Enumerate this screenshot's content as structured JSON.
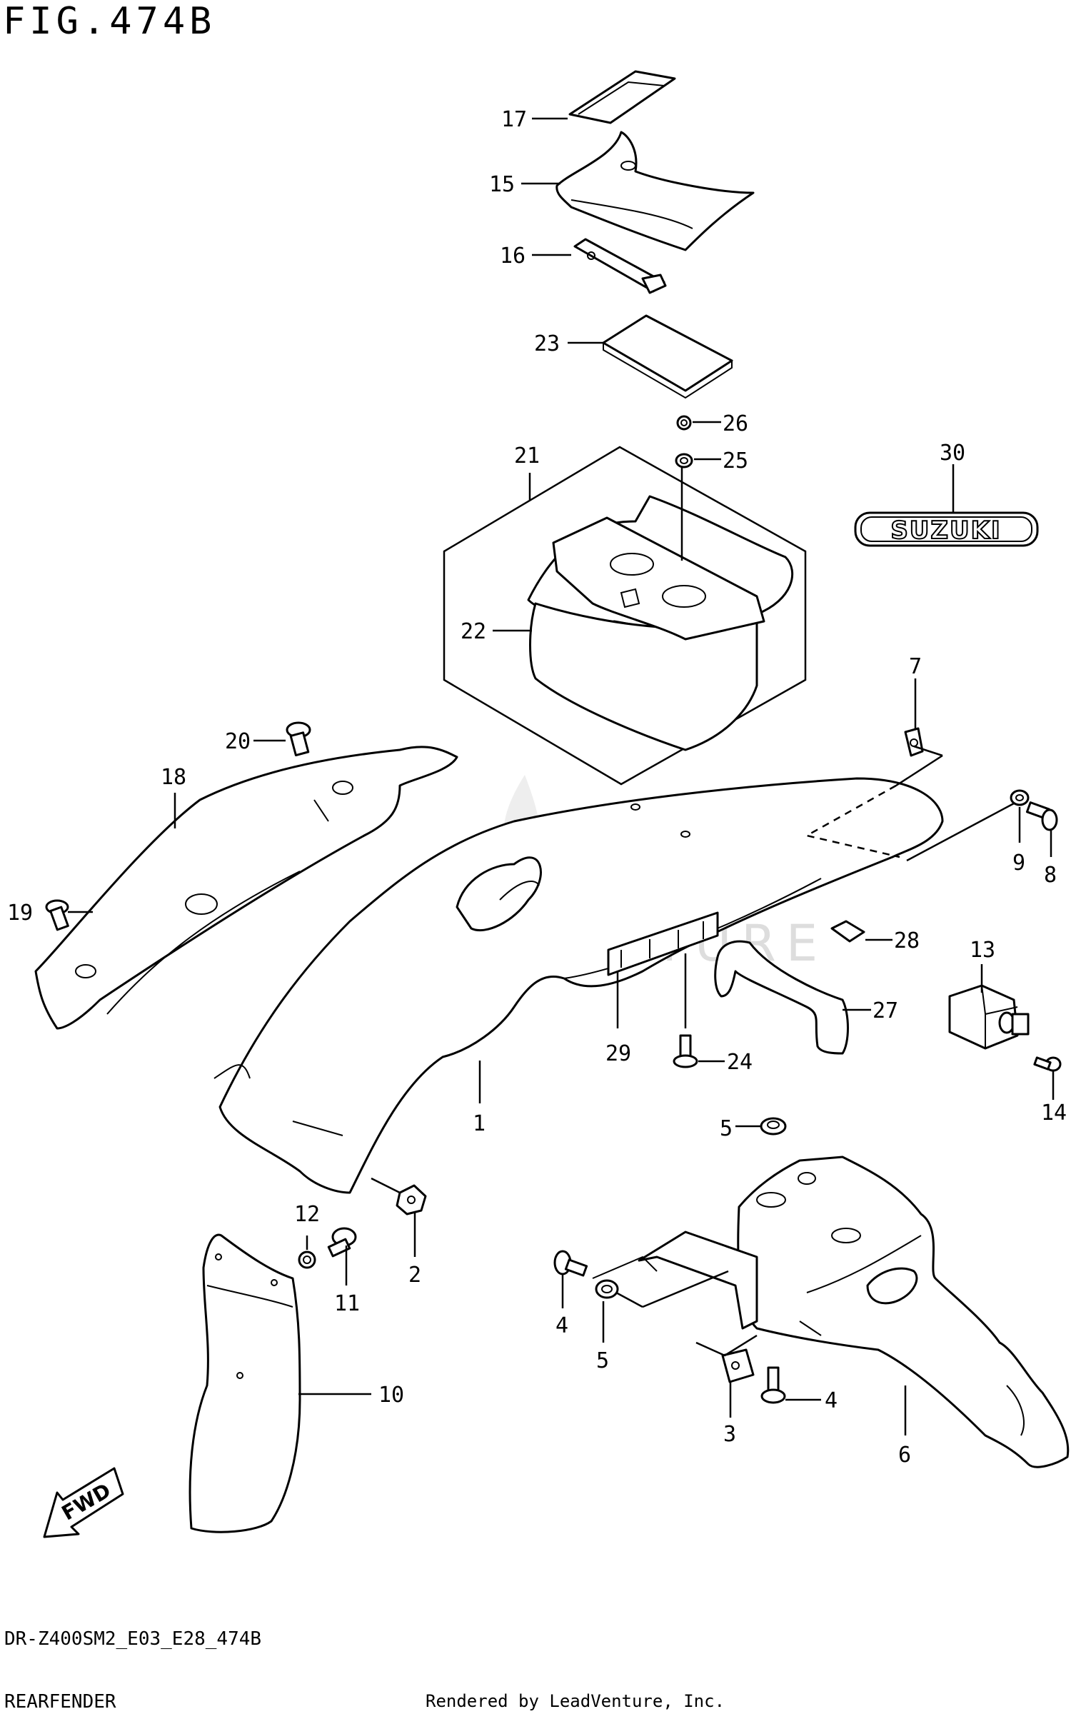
{
  "figure": {
    "title": "FIG.474B",
    "code": "DR-Z400SM2_E03_E28_474B",
    "name": "REARFENDER",
    "credit": "Rendered by LeadVenture, Inc.",
    "watermark": "LEADVENTURE",
    "badge_text": "SUZUKI"
  },
  "callouts": [
    {
      "id": "c1",
      "label": "1"
    },
    {
      "id": "c2",
      "label": "2"
    },
    {
      "id": "c3",
      "label": "3"
    },
    {
      "id": "c4a",
      "label": "4"
    },
    {
      "id": "c4b",
      "label": "4"
    },
    {
      "id": "c5a",
      "label": "5"
    },
    {
      "id": "c5b",
      "label": "5"
    },
    {
      "id": "c6",
      "label": "6"
    },
    {
      "id": "c7",
      "label": "7"
    },
    {
      "id": "c8",
      "label": "8"
    },
    {
      "id": "c9",
      "label": "9"
    },
    {
      "id": "c10",
      "label": "10"
    },
    {
      "id": "c11",
      "label": "11"
    },
    {
      "id": "c12",
      "label": "12"
    },
    {
      "id": "c13",
      "label": "13"
    },
    {
      "id": "c14",
      "label": "14"
    },
    {
      "id": "c15",
      "label": "15"
    },
    {
      "id": "c16",
      "label": "16"
    },
    {
      "id": "c17",
      "label": "17"
    },
    {
      "id": "c18",
      "label": "18"
    },
    {
      "id": "c19",
      "label": "19"
    },
    {
      "id": "c20",
      "label": "20"
    },
    {
      "id": "c21",
      "label": "21"
    },
    {
      "id": "c22",
      "label": "22"
    },
    {
      "id": "c23",
      "label": "23"
    },
    {
      "id": "c24",
      "label": "24"
    },
    {
      "id": "c25",
      "label": "25"
    },
    {
      "id": "c26",
      "label": "26"
    },
    {
      "id": "c27",
      "label": "27"
    },
    {
      "id": "c28",
      "label": "28"
    },
    {
      "id": "c29",
      "label": "29"
    },
    {
      "id": "c30",
      "label": "30"
    }
  ],
  "fwd_label": "FWD"
}
